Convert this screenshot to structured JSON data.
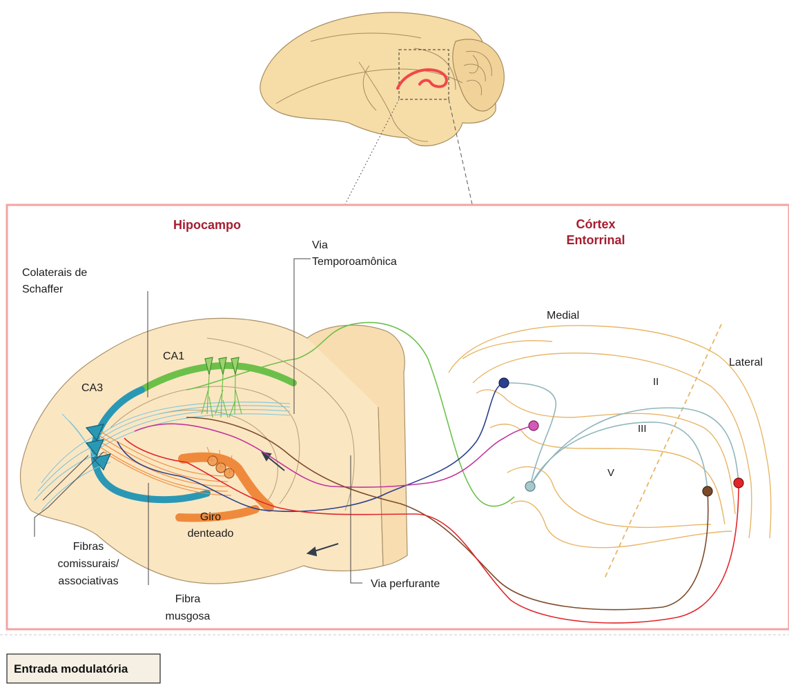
{
  "titles": {
    "hippocampus": "Hipocampo",
    "cortex_line1": "Córtex",
    "cortex_line2": "Entorrinal"
  },
  "labels": {
    "schaffer_line1": "Colaterais de",
    "schaffer_line2": "Schaffer",
    "temporoammonic_line1": "Via",
    "temporoammonic_line2": "Temporoamônica",
    "ca1": "CA1",
    "ca3": "CA3",
    "dentate_line1": "Giro",
    "dentate_line2": "denteado",
    "commissural_line1": "Fibras",
    "commissural_line2": "comissurais/",
    "commissural_line3": "associativas",
    "mossy_line1": "Fibra",
    "mossy_line2": "musgosa",
    "perforant": "Via perfurante",
    "medial": "Medial",
    "lateral": "Lateral",
    "layer_ii": "II",
    "layer_iii": "III",
    "layer_v": "V"
  },
  "legend": {
    "modulatory_input": "Entrada modulatória"
  },
  "colors": {
    "tissue": "#fbe6c2",
    "tissue_outline": "#8a7a60",
    "brain_fill": "#f6dca6",
    "highlight": "#f0474a",
    "frame": "#f4a3a3",
    "title_red": "#a51c30",
    "ca1_green": "#6cc04a",
    "ca3_teal": "#2a98b4",
    "dentate_orange": "#ef8a3c",
    "cortex_layers": "#e8b565",
    "pathway_blue": "#2b3f8f",
    "pathway_magenta": "#c0359b",
    "pathway_brown": "#7b4a2a",
    "pathway_red": "#e0262a",
    "pathway_grayteal": "#8fb6bb"
  }
}
